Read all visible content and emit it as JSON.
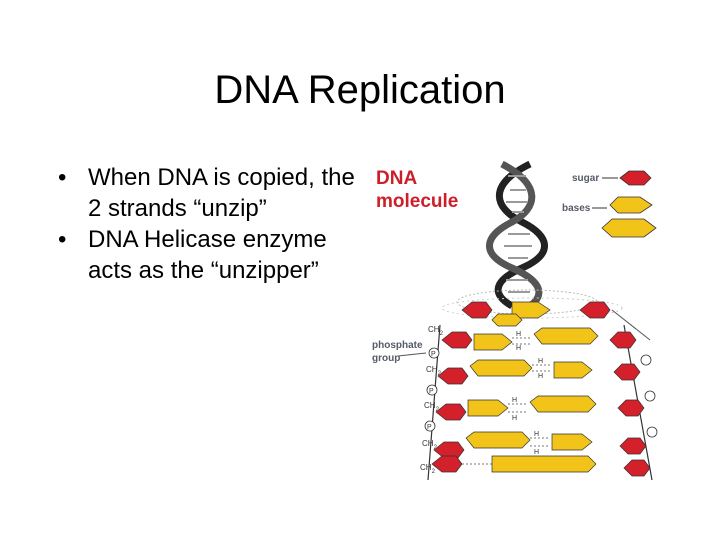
{
  "slide": {
    "title": "DNA Replication",
    "bullets": [
      "When DNA is copied, the 2 strands “unzip”",
      "DNA Helicase enzyme acts as the “unzipper”"
    ]
  },
  "figure": {
    "title_line1": "DNA",
    "title_line2": "molecule",
    "sugar_label": "sugar",
    "bases_label": "bases",
    "phosphate_line1": "phosphate",
    "phosphate_line2": "group",
    "ch2_label": "CH",
    "ch2_sub": "2",
    "p_label": "P",
    "h_label": "H",
    "colors": {
      "sugar": "#d3202a",
      "base": "#f2c318",
      "helix_dark": "#222222",
      "title_red": "#cc1f2a"
    }
  }
}
